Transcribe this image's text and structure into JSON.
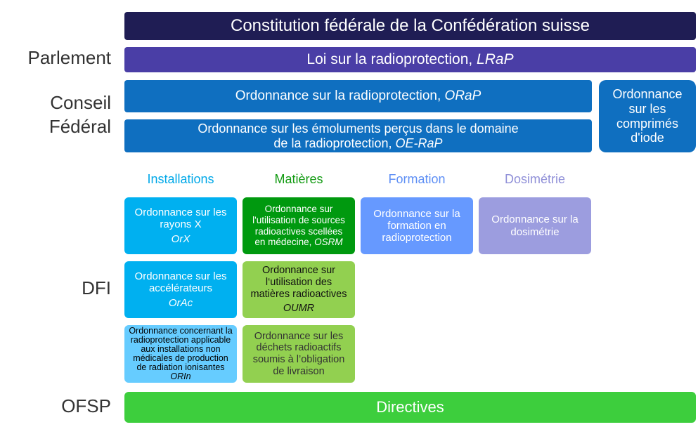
{
  "levels": {
    "parlement": "Parlement",
    "conseil": "Conseil",
    "federal": "Fédéral",
    "dfi": "DFI",
    "ofsp": "OFSP"
  },
  "constitution": "Constitution fédérale de la Confédération suisse",
  "lrap": {
    "text": "Loi sur la radioprotection, ",
    "abbr": "LRaP"
  },
  "orap": {
    "text": "Ordonnance sur la radioprotection, ",
    "abbr": "ORaP"
  },
  "oerap": {
    "line1": "Ordonnance sur les émoluments perçus dans le domaine",
    "line2": "de la radioprotection, ",
    "abbr": "OE-RaP"
  },
  "iode": {
    "line1": "Ordonnance",
    "line2": "sur les",
    "line3": "comprimés",
    "line4": "d'iode"
  },
  "categories": {
    "installations": "Installations",
    "matieres": "Matières",
    "formation": "Formation",
    "dosimetrie": "Dosimétrie"
  },
  "orx": {
    "line1": "Ordonnance sur les",
    "line2": "rayons X",
    "abbr": "OrX"
  },
  "orac": {
    "line1": "Ordonnance sur les",
    "line2": "accélérateurs",
    "abbr": "OrAc"
  },
  "orin": {
    "line1": "Ordonnance concernant la",
    "line2": "radioprotection applicable",
    "line3": "aux installations non",
    "line4": "médicales de production",
    "line5": "de radiation ionisantes",
    "abbr": "ORIn"
  },
  "osrm": {
    "line1": "Ordonnance sur",
    "line2": "l'utilisation de sources",
    "line3": "radioactives scellées",
    "line4": "en médecine, ",
    "abbr": "OSRM"
  },
  "oumr": {
    "line1": "Ordonnance sur",
    "line2": "l‘utilisation des",
    "line3": "matières radioactives",
    "abbr": "OUMR"
  },
  "dechets": {
    "line1": "Ordonnance sur les",
    "line2": "déchets radioactifs",
    "line3": "soumis à l’obligation",
    "line4": "de livraison"
  },
  "formation_box": {
    "line1": "Ordonnance sur la",
    "line2": "formation en",
    "line3": "radioprotection"
  },
  "dosimetrie_box": {
    "line1": "Ordonnance sur la",
    "line2": "dosimétrie"
  },
  "directives": "Directives",
  "colors": {
    "navy": "#1f1d54",
    "purple": "#4a3ea6",
    "blue": "#0f6fc0",
    "cyan": "#00b0f0",
    "lightcyan": "#66ccff",
    "darkgreen": "#00990f",
    "lightgreen": "#92d050",
    "formation": "#6699ff",
    "dosimetrie": "#9c9ddf",
    "directives": "#3dce3d"
  }
}
